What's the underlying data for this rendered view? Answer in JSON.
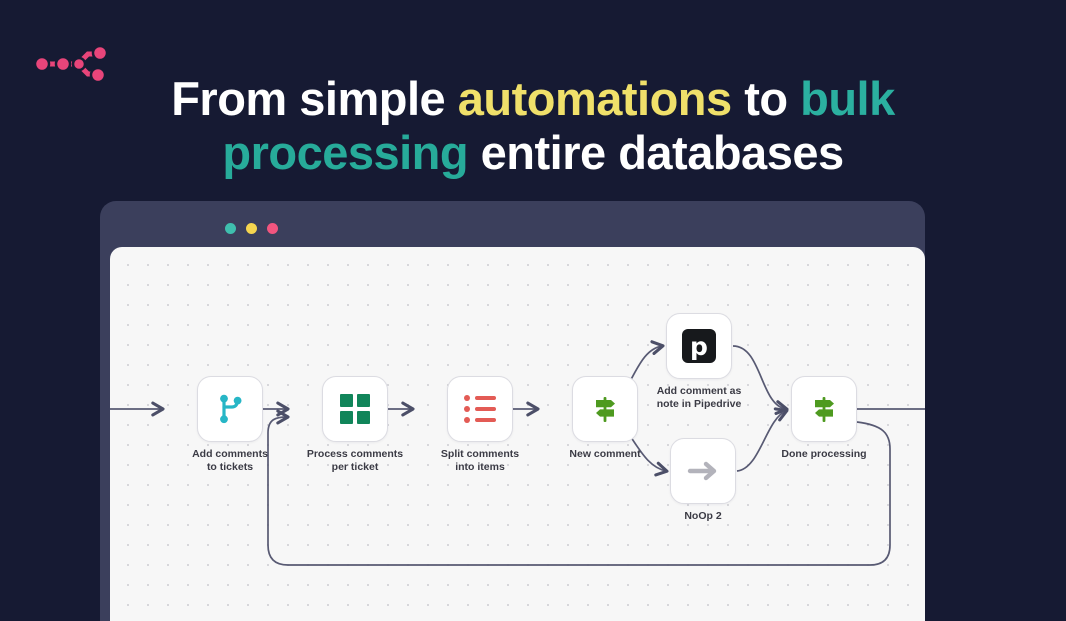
{
  "brand": {
    "logo_icon": "n8n-logo-icon",
    "logo_color": "#e8457a"
  },
  "headline": {
    "line1_part1": "From simple ",
    "line1_highlight1": "automations",
    "line1_part2": " to ",
    "line1_highlight2": "bulk",
    "line2_highlight": "processing",
    "line2_rest": " entire databases",
    "color_white": "#ffffff",
    "color_yellow": "#f0e06a",
    "color_teal": "#2bb0a0"
  },
  "window": {
    "traffic_lights": [
      {
        "name": "close-dot",
        "color": "#3fbfae"
      },
      {
        "name": "minimize-dot",
        "color": "#f5d54f"
      },
      {
        "name": "maximize-dot",
        "color": "#f2557f"
      }
    ],
    "chrome_color": "#3b3f5c",
    "canvas_color": "#f7f7f7"
  },
  "workflow": {
    "nodes": [
      {
        "id": "add-comments-to-tickets",
        "label": "Add comments\nto tickets",
        "icon": "git-branch-icon",
        "icon_color": "#27b6c6"
      },
      {
        "id": "process-comments-per-ticket",
        "label": "Process comments\nper ticket",
        "icon": "grid-squares-icon",
        "icon_color": "#11855a"
      },
      {
        "id": "split-comments-into-items",
        "label": "Split comments\ninto items",
        "icon": "bullet-list-icon",
        "icon_color": "#e35b55"
      },
      {
        "id": "new-comment",
        "label": "New comment",
        "icon": "signpost-switch-icon",
        "icon_color": "#4e9a1f"
      },
      {
        "id": "add-comment-as-note-in-pipedrive",
        "label": "Add comment as\nnote in Pipedrive",
        "icon": "pipedrive-icon",
        "icon_letter": "p",
        "icon_color": "#17191c"
      },
      {
        "id": "noop-2",
        "label": "NoOp 2",
        "icon": "arrow-right-icon",
        "icon_color": "#b3b3bb"
      },
      {
        "id": "done-processing",
        "label": "Done processing",
        "icon": "signpost-switch-icon",
        "icon_color": "#4e9a1f"
      }
    ],
    "connection_color": "#585a73"
  }
}
